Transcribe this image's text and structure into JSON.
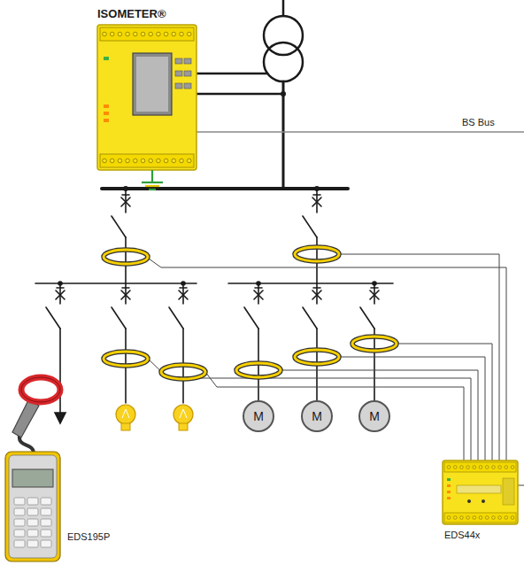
{
  "diagram": {
    "nodes": [
      {
        "text": [
          "ISOMETER®"
        ]
      },
      {
        "text": [
          "M"
        ]
      },
      {
        "text": [
          "M"
        ]
      },
      {
        "text": [
          "M"
        ]
      },
      {
        "text": [
          "EDS44x"
        ]
      },
      {
        "text": [
          "EDS195P"
        ]
      }
    ],
    "labels": [
      "BS Bus"
    ]
  }
}
